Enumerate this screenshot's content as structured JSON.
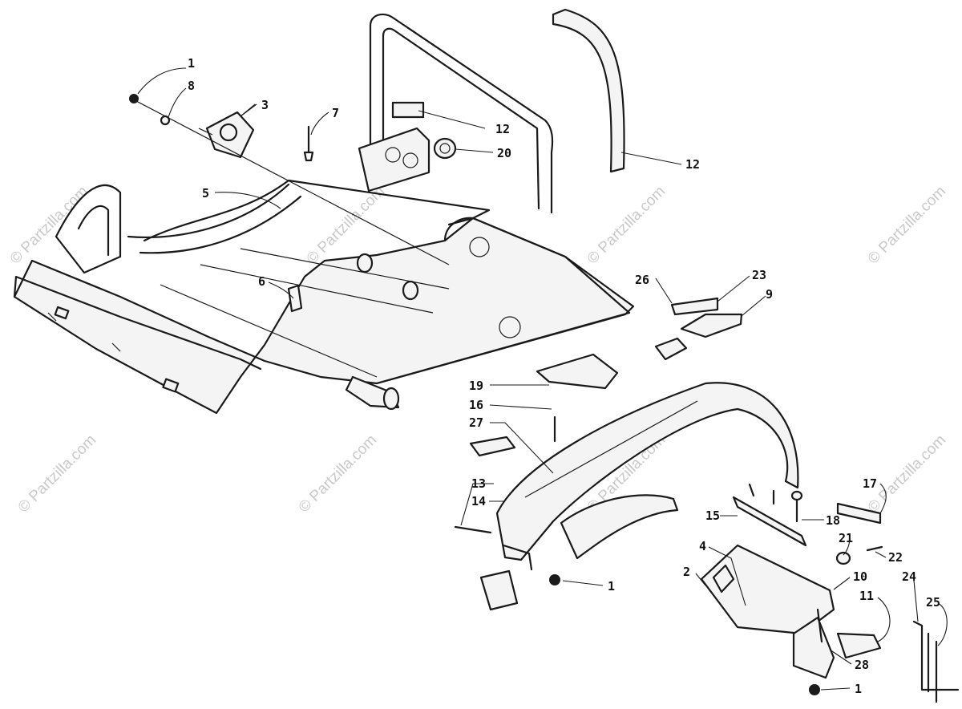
{
  "watermark": "© Partzilla.com",
  "callouts": [
    {
      "id": "c1a",
      "label": "1"
    },
    {
      "id": "c8",
      "label": "8"
    },
    {
      "id": "c3",
      "label": "3"
    },
    {
      "id": "c7",
      "label": "7"
    },
    {
      "id": "c12a",
      "label": "12"
    },
    {
      "id": "c20",
      "label": "20"
    },
    {
      "id": "c12b",
      "label": "12"
    },
    {
      "id": "c5",
      "label": "5"
    },
    {
      "id": "c6",
      "label": "6"
    },
    {
      "id": "c26",
      "label": "26"
    },
    {
      "id": "c23",
      "label": "23"
    },
    {
      "id": "c9",
      "label": "9"
    },
    {
      "id": "c19",
      "label": "19"
    },
    {
      "id": "c16",
      "label": "16"
    },
    {
      "id": "c27",
      "label": "27"
    },
    {
      "id": "c13",
      "label": "13"
    },
    {
      "id": "c14",
      "label": "14"
    },
    {
      "id": "c1b",
      "label": "1"
    },
    {
      "id": "c17",
      "label": "17"
    },
    {
      "id": "c15",
      "label": "15"
    },
    {
      "id": "c18",
      "label": "18"
    },
    {
      "id": "c21",
      "label": "21"
    },
    {
      "id": "c22",
      "label": "22"
    },
    {
      "id": "c4",
      "label": "4"
    },
    {
      "id": "c2",
      "label": "2"
    },
    {
      "id": "c10",
      "label": "10"
    },
    {
      "id": "c11",
      "label": "11"
    },
    {
      "id": "c24",
      "label": "24"
    },
    {
      "id": "c25",
      "label": "25"
    },
    {
      "id": "c28",
      "label": "28"
    },
    {
      "id": "c1c",
      "label": "1"
    }
  ]
}
